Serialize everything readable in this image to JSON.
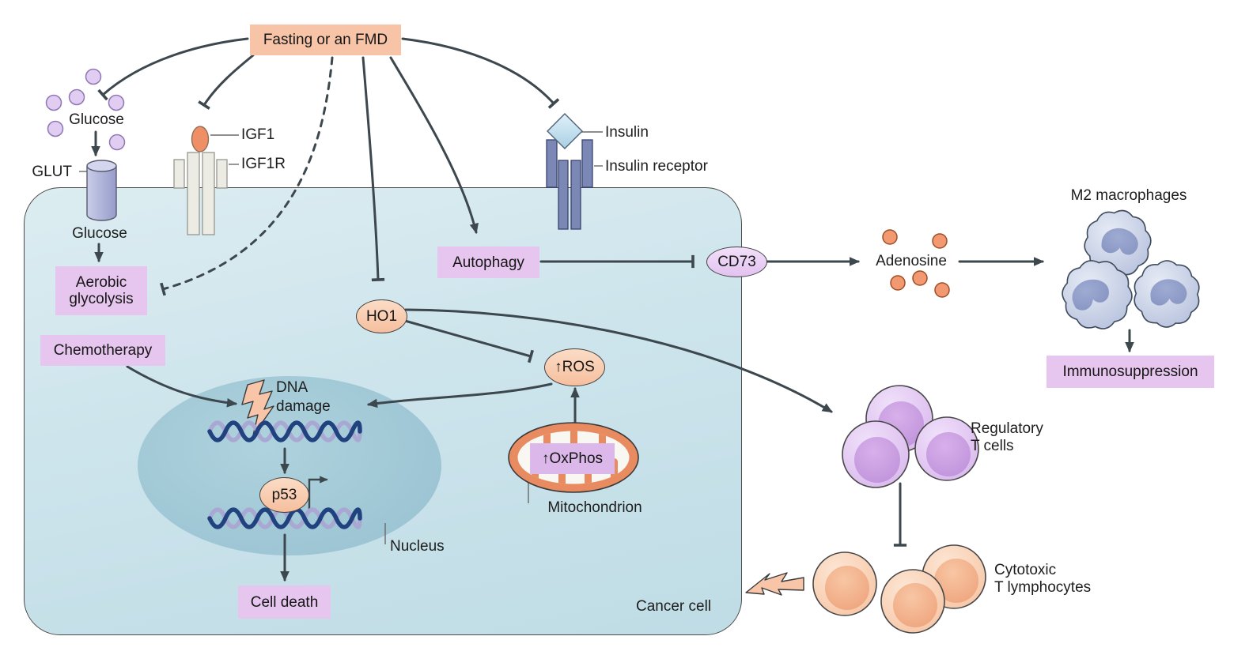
{
  "labels": {
    "fasting": "Fasting or an FMD",
    "glucose_extracellular": "Glucose",
    "glut": "GLUT",
    "glucose_intracellular": "Glucose",
    "igf1": "IGF1",
    "igf1r": "IGF1R",
    "insulin": "Insulin",
    "insulin_receptor": "Insulin receptor",
    "aerobic_glycolysis": "Aerobic\nglycolysis",
    "chemotherapy": "Chemotherapy",
    "autophagy": "Autophagy",
    "cd73": "CD73",
    "adenosine": "Adenosine",
    "m2_macrophages": "M2 macrophages",
    "immunosuppression": "Immunosuppression",
    "ho1": "HO1",
    "ros": "↑ROS",
    "oxphos": "↑OxPhos",
    "mitochondrion": "Mitochondrion",
    "dna_damage": "DNA\ndamage",
    "p53": "p53",
    "nucleus": "Nucleus",
    "cell_death": "Cell death",
    "cancer_cell": "Cancer cell",
    "regulatory_t_cells": "Regulatory\nT cells",
    "cytotoxic_t_lymphocytes": "Cytotoxic\nT lymphocytes"
  },
  "palette": {
    "background": "#ffffff",
    "cell_fill_top": "#dcedf1",
    "cell_fill_bottom": "#bfdce5",
    "nucleus_fill": "#9cc4d3",
    "arrow": "#3d474e",
    "peach_fill": "#f7c4a7",
    "purple_fill": "#e6c5ee",
    "purple_oval_fill": "#e7ccf1",
    "glucose_dot": "#e1ccf2",
    "adenosine_dot": "#f29972",
    "mitochondrion_orange": "#e98b60",
    "macrophage_fill": "#c9d3e9",
    "macrophage_nucleus": "#8e9cc8",
    "regulatory_t_fill": "#dfc2f0",
    "cytotoxic_t_fill": "#f9d0b4",
    "dna_strand_dark": "#20427f",
    "dna_strand_light": "#a9a8d3",
    "receptor_gray": "#ecece5",
    "receptor_blue": "#7b88b6",
    "insulin_diamond": "#c7e2f1",
    "glut_fill": "#aab0d6",
    "igf1_fill": "#ef8f66"
  }
}
